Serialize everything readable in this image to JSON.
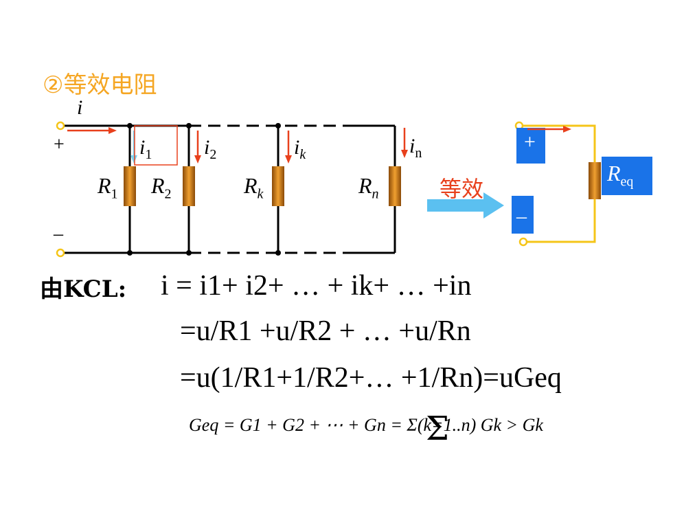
{
  "title": "②等效电阻",
  "circuit": {
    "current_total": "i",
    "plus": "+",
    "minus": "–",
    "branches": [
      {
        "resistor": "R",
        "resistor_sub": "1",
        "current": "i",
        "current_sub": "1"
      },
      {
        "resistor": "R",
        "resistor_sub": "2",
        "current": "i",
        "current_sub": "2"
      },
      {
        "resistor": "R",
        "resistor_sub": "k",
        "current": "i",
        "current_sub": "k"
      },
      {
        "resistor": "R",
        "resistor_sub": "n",
        "current": "i",
        "current_sub": "n"
      }
    ]
  },
  "equiv_label": "等效",
  "equivalent": {
    "plus": "+",
    "minus": "–",
    "resistor": "R",
    "resistor_sub": "eq"
  },
  "colors": {
    "title": "#f5a623",
    "arrow_red": "#e8401c",
    "resistor": "#d98a1e",
    "blue_box": "#1a73e8",
    "equiv_arrow": "#5bc0f0",
    "yellow_wire": "#f5c518"
  },
  "equations": {
    "kcl_label": "由KCL:",
    "line1": "i = i1+ i2+ … + ik+ … +in",
    "line2": "=u/R1 +u/R2 + … +u/Rn",
    "line3": "=u(1/R1+1/R2+… +1/Rn)=uGeq",
    "line4": "Geq = G1 + G2 + ⋯ + Gn = Σ(k=1..n) Gk > Gk"
  }
}
